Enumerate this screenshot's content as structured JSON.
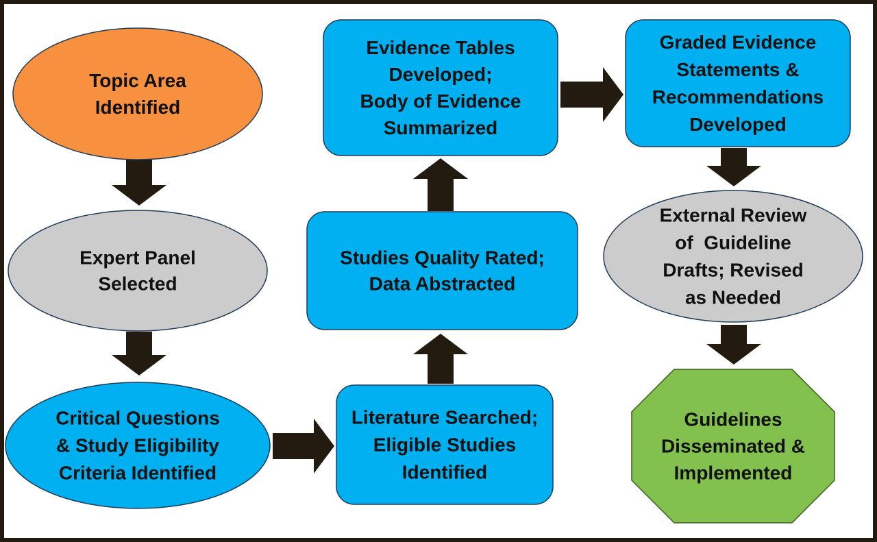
{
  "colors": {
    "orange": "#f7903f",
    "gray": "#cccccc",
    "blue": "#00b0f0",
    "green": "#82c14d",
    "arrow": "#231a10",
    "frame": "#231a10",
    "stroke": "#1f3b5a"
  },
  "nodes": {
    "topic": {
      "shape": "ellipse",
      "color": "orange",
      "lines": [
        "Topic Area",
        "Identified"
      ]
    },
    "panel": {
      "shape": "ellipse",
      "color": "gray",
      "lines": [
        "Expert Panel",
        "Selected"
      ]
    },
    "questions": {
      "shape": "ellipse",
      "color": "blue",
      "lines": [
        "Critical Questions",
        "& Study Eligibility",
        "Criteria Identified"
      ]
    },
    "literature": {
      "shape": "rounded-rectangle",
      "color": "blue",
      "lines": [
        "Literature Searched;",
        "Eligible Studies",
        "Identified"
      ]
    },
    "quality": {
      "shape": "rounded-rectangle",
      "color": "blue",
      "lines": [
        "Studies Quality Rated;",
        "Data Abstracted"
      ]
    },
    "tables": {
      "shape": "rounded-rectangle",
      "color": "blue",
      "lines": [
        "Evidence Tables",
        "Developed;",
        "Body of Evidence",
        "Summarized"
      ]
    },
    "graded": {
      "shape": "rounded-rectangle",
      "color": "blue",
      "lines": [
        "Graded Evidence",
        "Statements &",
        "Recommendations",
        "Developed"
      ]
    },
    "review": {
      "shape": "ellipse",
      "color": "gray",
      "lines": [
        "External Review",
        "of  Guideline",
        "Drafts; Revised",
        "as Needed"
      ]
    },
    "disseminated": {
      "shape": "octagon",
      "color": "green",
      "lines": [
        "Guidelines",
        "Disseminated &",
        "Implemented"
      ]
    }
  },
  "edges": [
    {
      "from": "topic",
      "to": "panel",
      "direction": "down"
    },
    {
      "from": "panel",
      "to": "questions",
      "direction": "down"
    },
    {
      "from": "questions",
      "to": "literature",
      "direction": "right"
    },
    {
      "from": "literature",
      "to": "quality",
      "direction": "up"
    },
    {
      "from": "quality",
      "to": "tables",
      "direction": "up"
    },
    {
      "from": "tables",
      "to": "graded",
      "direction": "right"
    },
    {
      "from": "graded",
      "to": "review",
      "direction": "down"
    },
    {
      "from": "review",
      "to": "disseminated",
      "direction": "down"
    }
  ]
}
